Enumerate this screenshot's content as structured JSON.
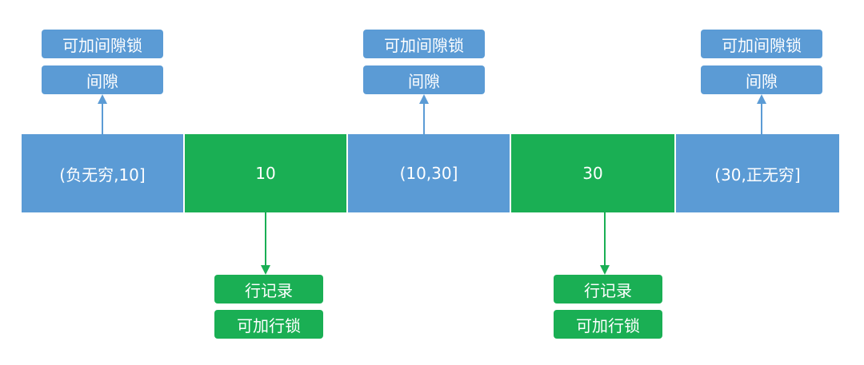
{
  "colors": {
    "gap": "#5b9bd5",
    "record": "#1aaf54"
  },
  "segments": [
    {
      "label": "(负无穷,10]",
      "kind": "gap"
    },
    {
      "label": "10",
      "kind": "record"
    },
    {
      "label": "(10,30]",
      "kind": "gap"
    },
    {
      "label": "30",
      "kind": "record"
    },
    {
      "label": "(30,正无穷]",
      "kind": "gap"
    }
  ],
  "gap_annotations": [
    {
      "top": "可加间隙锁",
      "bottom": "间隙"
    },
    {
      "top": "可加间隙锁",
      "bottom": "间隙"
    },
    {
      "top": "可加间隙锁",
      "bottom": "间隙"
    }
  ],
  "record_annotations": [
    {
      "top": "行记录",
      "bottom": "可加行锁"
    },
    {
      "top": "行记录",
      "bottom": "可加行锁"
    }
  ]
}
